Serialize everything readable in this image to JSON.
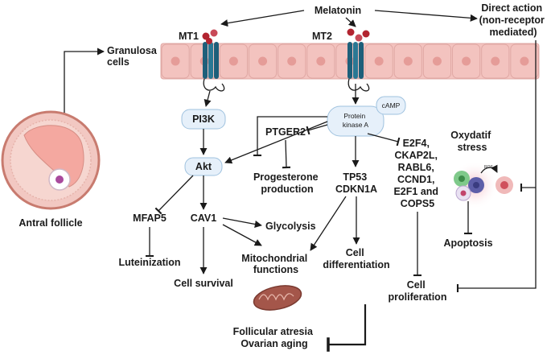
{
  "ligand": "Melatonin",
  "receptors": {
    "mt1": "MT1",
    "mt2": "MT2"
  },
  "direct_action": [
    "Direct action",
    "(non-receptor",
    "mediated)"
  ],
  "granulosa": [
    "Granulosa",
    "cells"
  ],
  "follicle": "Antral follicle",
  "nodes": {
    "pi3k": "PI3K",
    "akt": "Akt",
    "pka": [
      "Protein",
      "kinase A"
    ],
    "camp": "cAMP",
    "ptger2": "PTGER2",
    "progesterone": [
      "Progesterone",
      "production"
    ],
    "tp53": [
      "TP53",
      "CDKN1A"
    ],
    "genes": [
      "E2F4,",
      "CKAP2L,",
      "RABL6,",
      "CCND1,",
      "E2F1 and",
      "COPS5"
    ],
    "mfap5": "MFAP5",
    "cav1": "CAV1",
    "glycolysis": "Glycolysis",
    "mito": [
      "Mitochondrial",
      "functions"
    ],
    "luteinization": "Luteinization",
    "survival": "Cell survival",
    "differentiation": [
      "Cell",
      "differentiation"
    ],
    "proliferation": [
      "Cell",
      "proliferation"
    ],
    "oxidative": [
      "Oxydatif",
      "stress"
    ],
    "ros": "ROS",
    "apoptosis": "Apoptosis",
    "outcome": [
      "Follicular atresia",
      "Ovarian aging"
    ]
  },
  "colors": {
    "cell_fill": "#f3c3bf",
    "cell_nucleus": "#e59c98",
    "cell_border": "#e0a8a4",
    "receptor": "#1e5f7a",
    "receptor_loop": "#2a8aa8",
    "melatonin_dot": "#b22430",
    "node_fill": "#e6f0fa",
    "node_border": "#9fc2df",
    "follicle_outer": "#f2c8c2",
    "follicle_inner": "#f6d6d0",
    "follicle_antrum": "#f4a8a0",
    "follicle_border": "#c87b6f",
    "oocyte": "#a94a9d",
    "mito_fill": "#a4564a"
  }
}
